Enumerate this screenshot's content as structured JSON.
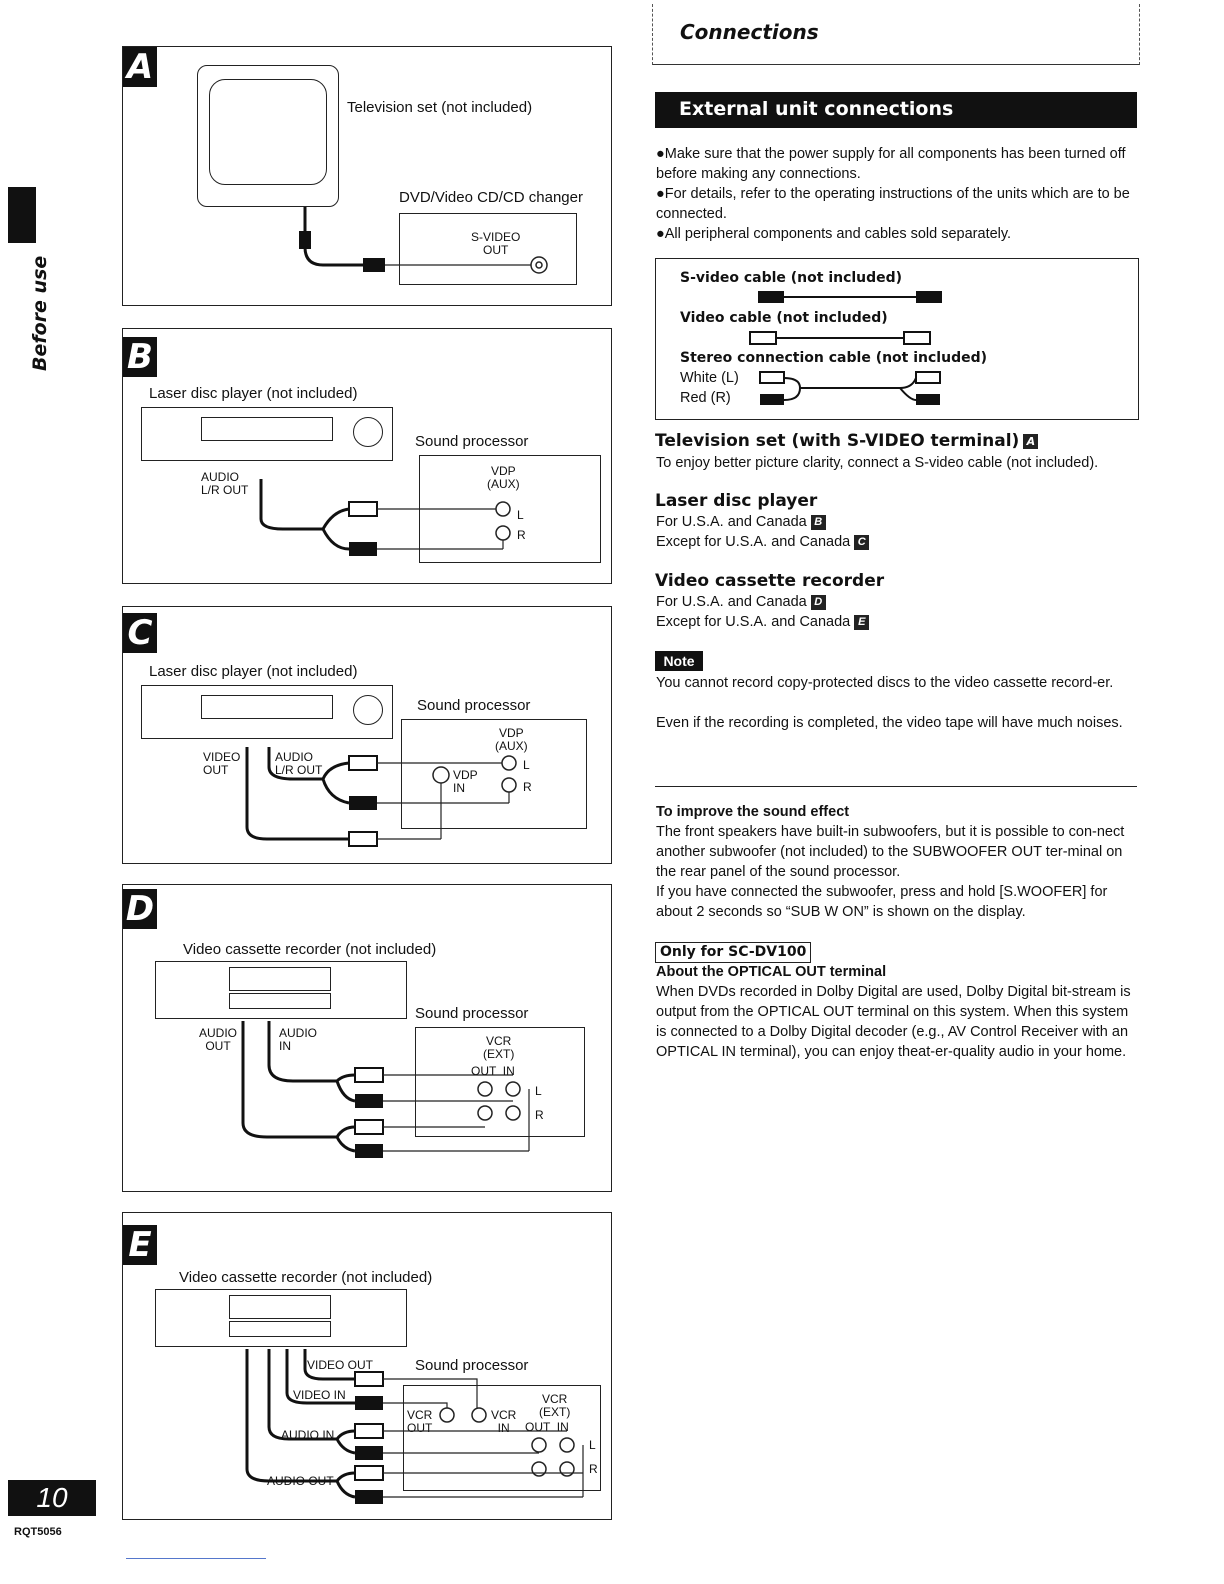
{
  "header": {
    "section_title": "Connections",
    "banner": "External unit connections"
  },
  "side": {
    "tab_label": "Before use",
    "page_number": "10",
    "model_code": "RQT5056"
  },
  "bullets": [
    "●Make sure that the power supply for all components has been turned off before making any connections.",
    "●For details, refer to the operating instructions of the units which are to be connected.",
    "●All peripheral components and cables sold separately."
  ],
  "cables": {
    "svideo": "S-video cable (not included)",
    "video": "Video cable (not included)",
    "stereo": "Stereo connection cable (not included)",
    "white": "White (L)",
    "red": "Red (R)"
  },
  "sections": {
    "tv": {
      "heading": "Television set (with S-VIDEO terminal)",
      "badge": "A",
      "text": "To enjoy better picture clarity, connect a S-video cable (not included)."
    },
    "ldp": {
      "heading": "Laser disc player",
      "line1": "For U.S.A. and Canada",
      "badge1": "B",
      "line2": "Except for U.S.A. and Canada",
      "badge2": "C"
    },
    "vcr": {
      "heading": "Video cassette recorder",
      "line1": "For U.S.A. and Canada",
      "badge1": "D",
      "line2": "Except for U.S.A. and Canada",
      "badge2": "E"
    }
  },
  "note": {
    "label": "Note",
    "p1": "You cannot record copy-protected discs to the video cassette record-er.",
    "p2": "Even if the recording is completed, the video tape will have much noises."
  },
  "sound": {
    "heading": "To improve the sound effect",
    "p1": "The front speakers have built-in subwoofers, but it is possible to con-nect another subwoofer (not included) to the SUBWOOFER OUT ter-minal on the rear panel of the sound processor.",
    "p2": "If you have connected the subwoofer, press and hold [S.WOOFER] for about 2 seconds so “SUB W ON” is shown on the display."
  },
  "optical": {
    "tag": "Only for SC-DV100",
    "heading": "About the OPTICAL OUT terminal",
    "p1": "When DVDs recorded in Dolby Digital are used, Dolby Digital bit-stream is output from the OPTICAL OUT terminal on this system. When this system is connected to a Dolby Digital decoder (e.g., AV Control Receiver with an OPTICAL IN terminal), you can enjoy theat-er-quality audio in your home."
  },
  "diagramA": {
    "badge": "A",
    "tv": "Television set (not included)",
    "changer": "DVD/Video CD/CD changer",
    "jack": "S-VIDEO\nOUT"
  },
  "diagramB": {
    "badge": "B",
    "device": "Laser disc player (not included)",
    "processor": "Sound processor",
    "dev_jack": "AUDIO\nL/R OUT",
    "proc_jack": "VDP\n(AUX)",
    "l": "L",
    "r": "R"
  },
  "diagramC": {
    "badge": "C",
    "device": "Laser disc player (not included)",
    "processor": "Sound processor",
    "video_out": "VIDEO\nOUT",
    "audio_out": "AUDIO\nL/R OUT",
    "proc_jack": "VDP\n(AUX)",
    "vdp_in": "VDP\nIN",
    "l": "L",
    "r": "R"
  },
  "diagramD": {
    "badge": "D",
    "device": "Video cassette recorder (not included)",
    "processor": "Sound processor",
    "audio_out": "AUDIO\nOUT",
    "audio_in": "AUDIO\nIN",
    "proc_jack": "VCR\n(EXT)",
    "out_in": "OUT  IN",
    "l": "L",
    "r": "R"
  },
  "diagramE": {
    "badge": "E",
    "device": "Video cassette recorder (not included)",
    "processor": "Sound processor",
    "video_out": "VIDEO OUT",
    "video_in": "VIDEO IN",
    "audio_in": "AUDIO IN",
    "audio_out": "AUDIO OUT",
    "vcr_out": "VCR\nOUT",
    "vcr_in": "VCR\nIN",
    "proc_jack": "VCR\n(EXT)",
    "out_in": "OUT  IN",
    "l": "L",
    "r": "R"
  }
}
